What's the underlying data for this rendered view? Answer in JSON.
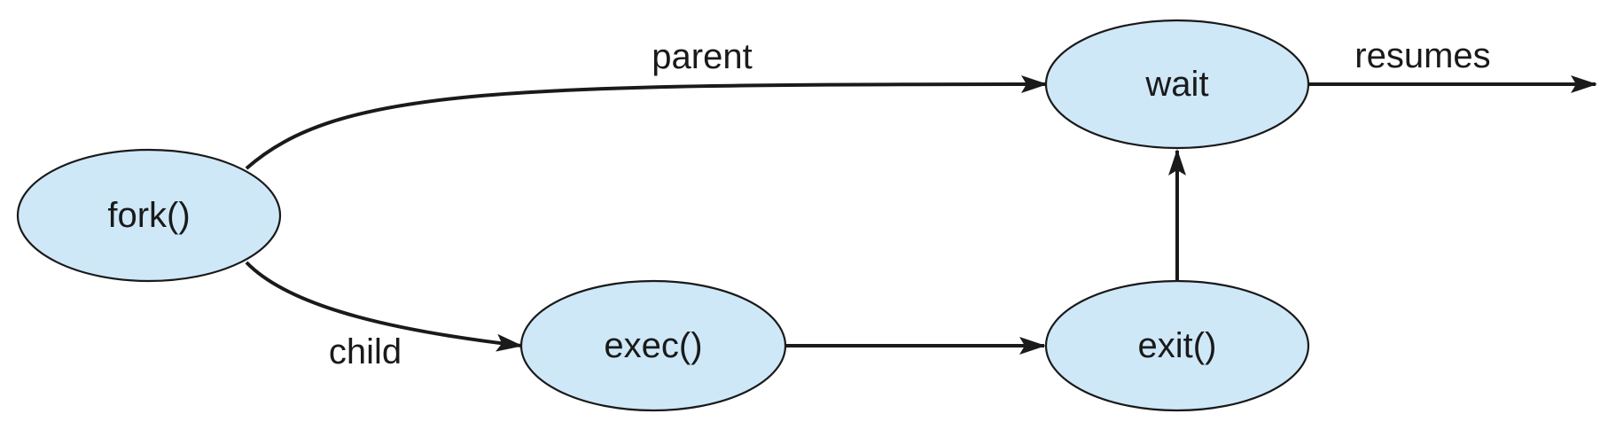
{
  "nodes": {
    "fork": {
      "label": "fork()"
    },
    "exec": {
      "label": "exec()"
    },
    "exit": {
      "label": "exit()"
    },
    "wait": {
      "label": "wait"
    }
  },
  "edges": {
    "parent": {
      "label": "parent"
    },
    "child": {
      "label": "child"
    },
    "resumes": {
      "label": "resumes"
    }
  },
  "colors": {
    "node_fill": "#cfe8f8",
    "stroke": "#1a1a1a"
  }
}
